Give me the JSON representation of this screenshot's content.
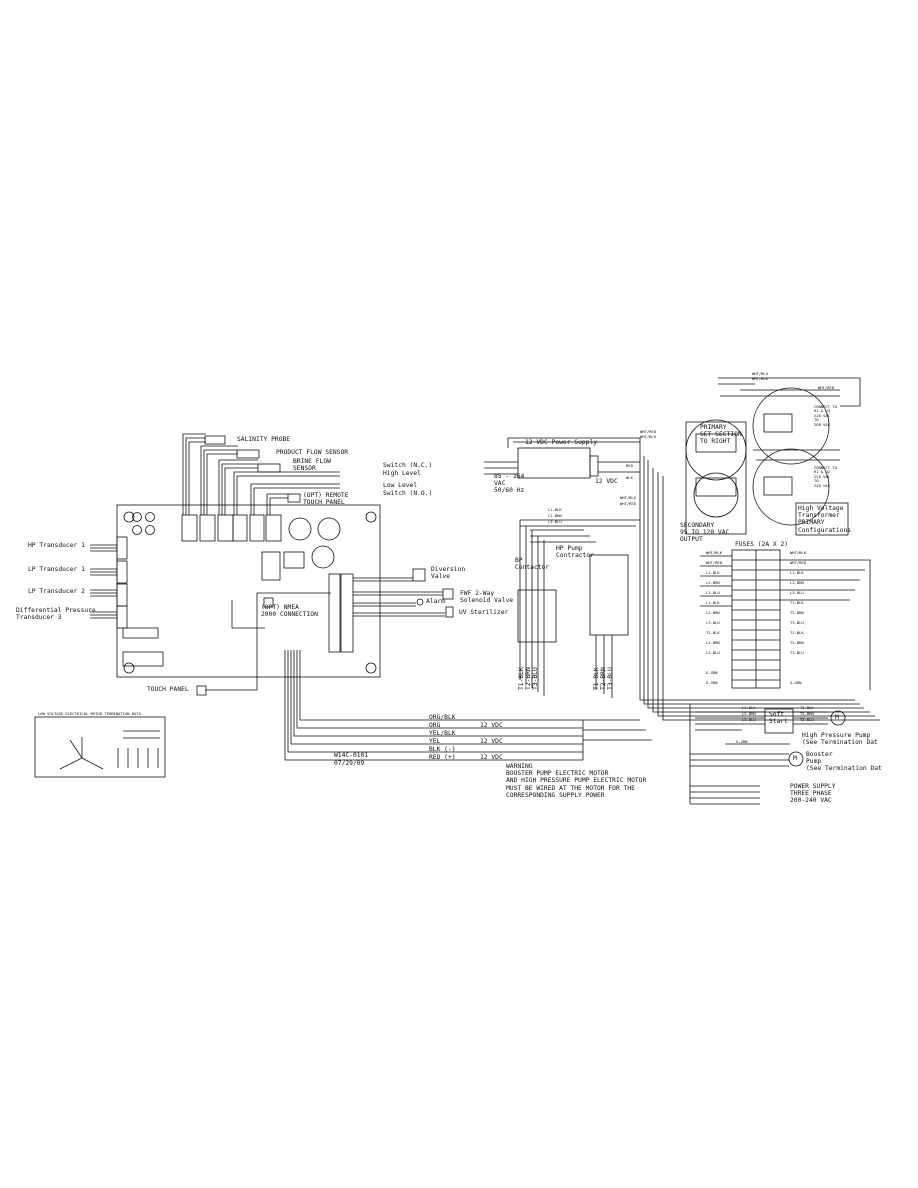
{
  "left_labels": {
    "salinity_probe": "SALINITY PROBE",
    "product_flow": "PRODUCT FLOW SENSOR",
    "brine_flow": "BRINE FLOW\nSENSOR",
    "switch_nc": "Switch (N.C.)",
    "high_level": "High Level",
    "low_level": "Low Level",
    "switch_no": "Switch (N.O.)",
    "remote_touch": "(OPT) REMOTE\nTOUCH PANEL",
    "hp_t1": "HP Transducer 1",
    "lp_t1": "LP Transducer 1",
    "lp_t2": "LP Transducer 2",
    "diff_pressure": "Differential Pressure\nTransducer 3",
    "nmea": "(OPT) NMEA\n2000 CONNECTION",
    "diversion": "Diversion\nValve",
    "fwf": "FWF 2-Way\nSolenoid Valve",
    "alarm": "Alarm",
    "uv": "UV Sterilizer",
    "touch_panel": "TOUCH PANEL",
    "lv_termination": "LOW VOLTAGE ELECTRICAL MOTOR TERMINATION DATA"
  },
  "harness": {
    "orgblk": "ORG/BLK",
    "org": "ORG",
    "yelblk": "YEL/BLK",
    "yel": "YEL",
    "blk": "BLK (-)",
    "red": "RED (+)",
    "vdc_a": "12 VDC",
    "vdc_b": "12 VDC",
    "vdc_c": "12 VDC"
  },
  "drawing_no": "W14C-0101",
  "drawing_date": "07/29/09",
  "right_labels": {
    "power_supply": "12 VDC Power Supply",
    "vac_in": "85 - 264\nVAC\n50/60 Hz",
    "vdc_out": "12 VDC",
    "primary": "PRIMARY\nSET SECTION\nTO RIGHT",
    "secondary": "SECONDARY\n95 TO 120 VAC\nOUTPUT",
    "hv_transformer": "High Voltage\nTransformer\nPRIMARY\nConfigurations",
    "connect_a": "CONNECT TO\nH1 & H3\n220 VAC\nTO\n208 VAC",
    "connect_b": "CONNECT TO\nH1 & H2\n220 VAC\nTO\n240 VAC",
    "fuses": "FUSES (2A X 2)",
    "bp_contactor": "BP\nContactor",
    "hp_contactor": "HP Pump\nContractor",
    "soft_start": "Soft\nStart",
    "hp_pump": "High Pressure Pump\n(See Termination Dat",
    "booster": "Booster\nPump\n(See Termination Dat",
    "power_supply_3ph": "POWER SUPPLY\nTHREE PHASE\n200-240 VAC",
    "warning": "WARNING\nBOOSTER PUMP ELECTRIC MOTOR\nAND HIGH PRESSURE PUMP ELECTRIC MOTOR\nMUST BE WIRED AT THE MOTOR FOR THE\nCORRESPONDING SUPPLY POWER",
    "motor_symbol": "M",
    "bp_t": "T1-BLK\nT2-BRN\nT3-BLU",
    "hp_t": "T1-BLK\nT2-BRN\nT3-BLU"
  },
  "small_wire_labels": {
    "wht_blu": "WHT/BLU",
    "wht_blk": "WHT/BLK",
    "wht_red": "WHT/RED",
    "red": "RED",
    "blk": "BLK",
    "l1_blk": "L1-BLK",
    "l2_brn": "L2-BRN",
    "l3_blu": "L3-BLU",
    "t1_blk": "T1-BLK",
    "t2_brn": "T2-BRN",
    "t3_blu": "T3-BLU",
    "g_grn": "G-GRN"
  },
  "fuse_rows": [
    {
      "left": "WHT/BLK",
      "right": "WHT/BLK"
    },
    {
      "left": "WHT/RED",
      "right": "WHT/RED"
    },
    {
      "left": "L1-BLK",
      "right": "L1-BLK"
    },
    {
      "left": "L2-BRN",
      "right": "L2-BRN"
    },
    {
      "left": "L3-BLU",
      "right": "L3-BLU"
    },
    {
      "left": "L1-BLK",
      "right": "T1-BLK"
    },
    {
      "left": "L2-BRN",
      "right": "T2-BRN"
    },
    {
      "left": "L3-BLU",
      "right": "T3-BLU"
    },
    {
      "left": "T1-BLK",
      "right": "T1-BLK"
    },
    {
      "left": "L2-BRN",
      "right": "T2-BRN"
    },
    {
      "left": "L3-BLU",
      "right": "T3-BLU"
    },
    {
      "left": "",
      "right": ""
    },
    {
      "left": "G-GRN",
      "right": ""
    },
    {
      "left": "G-GRN",
      "right": "G-GRN"
    }
  ]
}
